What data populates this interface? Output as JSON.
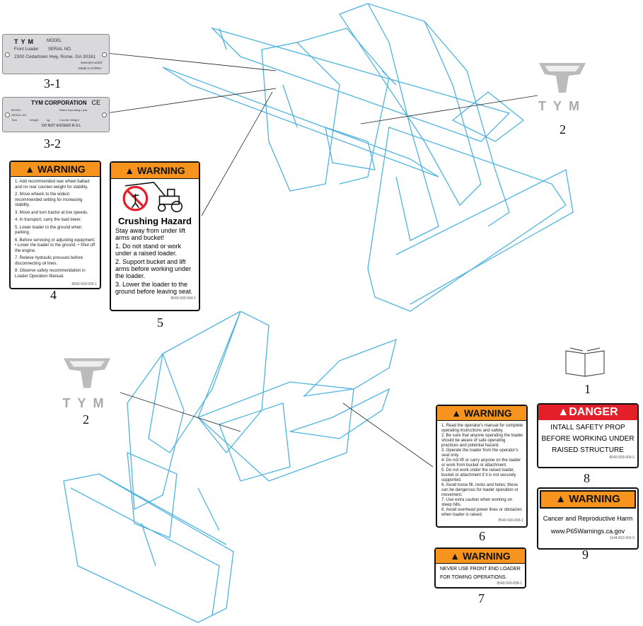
{
  "callouts": {
    "c1": "1",
    "c2a": "2",
    "c2b": "2",
    "c31": "3-1",
    "c32": "3-2",
    "c4": "4",
    "c5": "5",
    "c6": "6",
    "c7": "7",
    "c8": "8",
    "c9": "9"
  },
  "plate31": {
    "brand": "TYM",
    "model": "MODEL",
    "product": "Front Loader",
    "serial": "SERIAL NO.",
    "address": "2300 Cedartown Hwy, Rome, GA 30161",
    "web": "www.tym.world",
    "origin": "Made in KOREA"
  },
  "plate32": {
    "title": "TYM CORPORATION",
    "ce": "CE",
    "model": "MODEL",
    "serial": "SERIAL NO.",
    "year": "Year",
    "weight": "Weight",
    "kg": "kg",
    "rated": "Rated Operating Load",
    "counter": "Counter Weight",
    "warn": "DO NOT EXCEED R.O.L"
  },
  "logo": {
    "text": "TYM"
  },
  "decal4": {
    "header": "WARNING",
    "items": [
      "1. Add recommended rear wheel ballast and /or rear counter-weight for stability.",
      "2. Move wheels to the widest recommended setting for increasing stability.",
      "3. Move and turn tractor at low speeds.",
      "4. In transport, carry the load lower.",
      "5. Lower loader to the ground when parking.",
      "6. Before servicing or adjusting equipment. • Lower the loader to the ground. • Shut off the engine.",
      "7. Relieve hydraulic pressure before disconnecting oil lines.",
      "8. Observe safety recommendation in Loader Operation Manual."
    ],
    "code": "8580-500-005-1"
  },
  "decal5": {
    "header": "WARNING",
    "title": "Crushing Hazard",
    "intro": "Stay away from under lift arms and bucket!",
    "items": [
      "1. Do not stand or work under a raised loader.",
      "2. Support bucket and lift arms before working under the loader.",
      "3. Lower the loader to the ground before leaving seat."
    ],
    "code": "8540-500-004-1"
  },
  "decal6": {
    "header": "WARNING",
    "items": [
      "1. Read the operator's manual for complete operating instructions and safety.",
      "2. Be sure that anyone operating the loader should be aware of safe operating practices and potential hazard.",
      "3. Operate the loader from the operator's seat only.",
      "4. Do not lift or carry anyone on the loader or work from bucket or attachment.",
      "5. Do not work under the raised loader, bucket or attachment if it is not securely supported.",
      "6. Avoid loose fill, rocks and holes; these can be dangerous for loader operation or movement.",
      "7. Use extra caution when working on steep hills.",
      "8. Avoid overhead power lines or obstacles when loader is raised."
    ],
    "code": "8540-500-006-1"
  },
  "decal7": {
    "header": "WARNING",
    "line1": "NEVER USE FRONT END LOADER",
    "line2": "FOR TOWING OPERATIONS.",
    "code": "8540-500-008-1"
  },
  "decal8": {
    "header": "DANGER",
    "line1": "INTALL SAFETY PROP",
    "line2": "BEFORE WORKING UNDER",
    "line3": "RAISED STRUCTURE",
    "code": "8540-500-009-0"
  },
  "decal9": {
    "header": "WARNING",
    "line1": "Cancer and Reproductive Harm",
    "line2": "www.P65Warnings.ca.gov",
    "code": "1144-810-603-0"
  },
  "colors": {
    "drawing": "#4fb3e0",
    "orange": "#f7941d",
    "red": "#e3202a"
  }
}
